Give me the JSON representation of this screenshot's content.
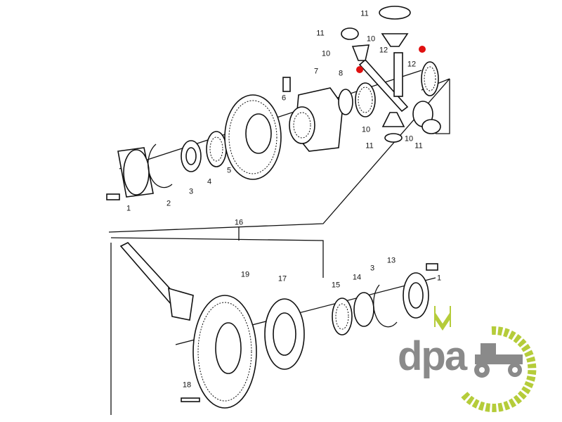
{
  "diagram": {
    "labels_top": [
      "11",
      "11",
      "10",
      "10",
      "12",
      "12",
      "8",
      "7",
      "6",
      "10",
      "11",
      "10",
      "11",
      "5",
      "4",
      "3",
      "2",
      "1"
    ],
    "labels_bottom": [
      "16",
      "19",
      "17",
      "15",
      "14",
      "3",
      "13",
      "1",
      "18"
    ]
  },
  "logo": {
    "text": "dpa",
    "gray": "#8a8a8a",
    "green": "#b5cc3a"
  },
  "highlight_color": "#e01010"
}
